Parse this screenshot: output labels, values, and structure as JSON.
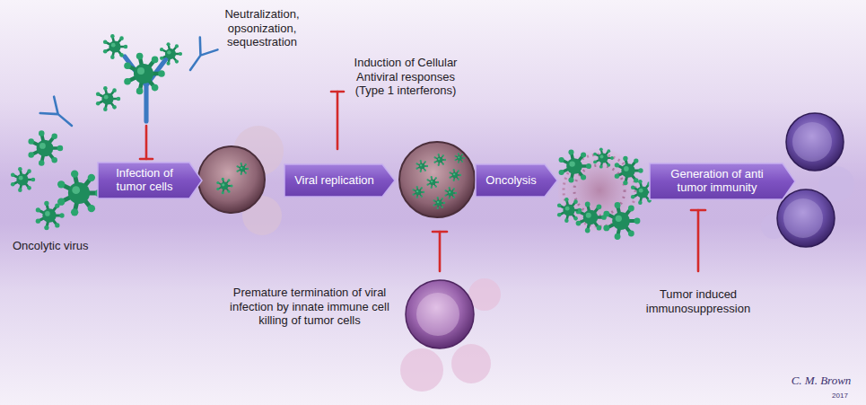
{
  "diagram": {
    "nodes": [
      {
        "text": [
          "Infection of tumor cells"
        ]
      },
      {
        "text": [
          "Viral replication"
        ]
      },
      {
        "text": [
          "Oncolysis"
        ]
      },
      {
        "text": [
          "Generation of anti tumor immunity"
        ]
      }
    ],
    "labels": [
      "Neutralization, opsonization, sequestration",
      "Induction of Cellular Antiviral responses (Type 1 interferons)",
      "Oncolytic virus",
      "Premature termination of viral infection by innate immune cell killing of tumor cells",
      "Tumor induced immunosuppression",
      "C. M. Brown",
      "2017"
    ]
  }
}
